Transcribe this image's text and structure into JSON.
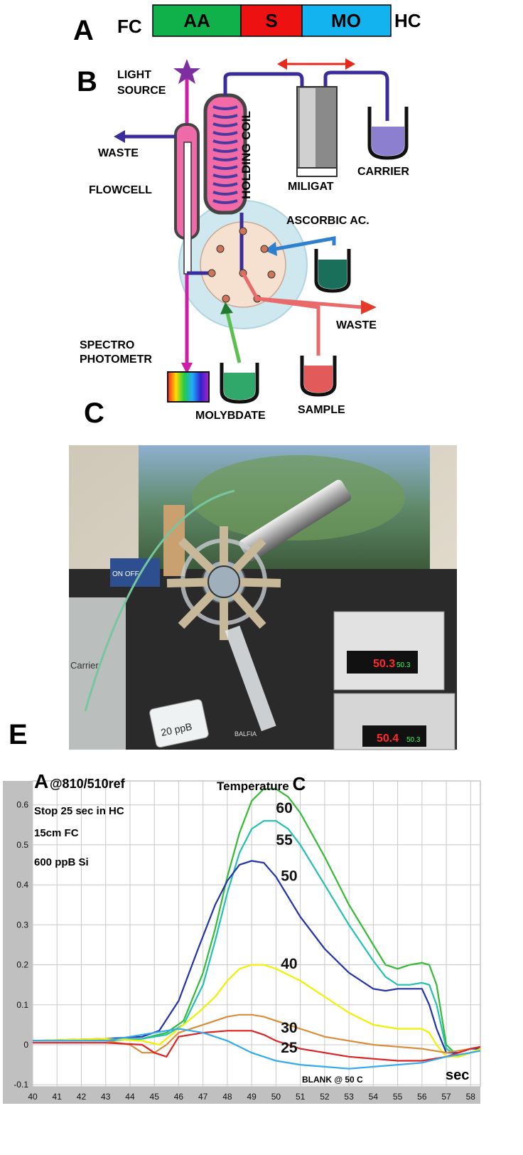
{
  "panel_labels": {
    "a": "A",
    "b": "B",
    "c": "C",
    "e": "E"
  },
  "panel_a": {
    "left_label": "FC",
    "right_label": "HC",
    "segments": [
      {
        "label": "AA",
        "color": "#10b04a"
      },
      {
        "label": "S",
        "color": "#ee1111"
      },
      {
        "label": "MO",
        "color": "#12b3ee"
      }
    ]
  },
  "panel_b": {
    "light_source": [
      "LIGHT",
      "SOURCE"
    ],
    "waste_top": "WASTE",
    "flowcell": "FLOWCELL",
    "holding_coil": "HOLDING COIL",
    "miligat": "MILIGAT",
    "carrier": "CARRIER",
    "ascorbic": "ASCORBIC AC.",
    "waste_right": "WASTE",
    "spectro": [
      "SPECTRO",
      "PHOTOMETR"
    ],
    "molybdate": "MOLYBDATE",
    "sample": "SAMPLE"
  },
  "panel_c": {
    "carrier_bottle_label": "Carrier",
    "vial_label": "20 ppB",
    "readout_top": "50.3",
    "readout_top_small": "50.3",
    "readout_bottom": "50.4",
    "readout_bottom_small": "50.3",
    "brand_text": "BALFIA",
    "on_off": "ON  OFF"
  },
  "chart_data": {
    "type": "line",
    "ylabel_big": "A",
    "ylabel_rest": "@810/510ref",
    "annotations": [
      "Stop 25 sec in HC",
      "15cm  FC",
      "600 ppB Si"
    ],
    "legend_title_text": "Temperature ",
    "legend_title_unit": "C",
    "xlabel": "sec",
    "footnote": "BLANK @ 50 C",
    "xlim": [
      40,
      58.4
    ],
    "ylim": [
      -0.105,
      0.66
    ],
    "x_ticks": [
      40,
      41,
      42,
      43,
      44,
      45,
      46,
      47,
      48,
      49,
      50,
      51,
      52,
      53,
      54,
      55,
      56,
      57,
      58
    ],
    "y_ticks": [
      -0.1,
      0,
      0.1,
      0.2,
      0.3,
      0.4,
      0.5,
      0.6
    ],
    "y_tick_labels": [
      "-0.1",
      "0",
      "0.1",
      "0.2",
      "0.3",
      "0.4",
      "0.5",
      "0.6"
    ],
    "series": [
      {
        "name": "60",
        "color": "#33bb33",
        "label_at": [
          50.0,
          0.58
        ],
        "x": [
          40,
          43,
          44.5,
          45.5,
          46.2,
          47,
          47.5,
          48,
          48.5,
          49,
          49.5,
          50,
          50.5,
          51,
          52,
          53,
          54,
          54.5,
          55,
          55.5,
          56,
          56.3,
          56.6,
          57,
          57.5,
          58,
          58.4
        ],
        "y": [
          0.01,
          0.01,
          0.015,
          0.03,
          0.06,
          0.18,
          0.29,
          0.42,
          0.53,
          0.61,
          0.64,
          0.64,
          0.62,
          0.58,
          0.47,
          0.35,
          0.25,
          0.2,
          0.19,
          0.2,
          0.205,
          0.2,
          0.15,
          0.0,
          -0.03,
          -0.02,
          -0.01
        ]
      },
      {
        "name": "55",
        "color": "#22c0b0",
        "label_at": [
          50.0,
          0.5
        ],
        "x": [
          40,
          43,
          44.5,
          45.5,
          46.2,
          47,
          47.5,
          48,
          48.5,
          49,
          49.5,
          50,
          50.5,
          51,
          52,
          53,
          54,
          54.5,
          55,
          55.5,
          56,
          56.3,
          56.6,
          57,
          57.5,
          58,
          58.4
        ],
        "y": [
          0.01,
          0.01,
          0.015,
          0.025,
          0.05,
          0.15,
          0.26,
          0.38,
          0.48,
          0.54,
          0.56,
          0.56,
          0.54,
          0.5,
          0.4,
          0.3,
          0.21,
          0.17,
          0.15,
          0.15,
          0.155,
          0.15,
          0.1,
          -0.01,
          -0.03,
          -0.02,
          -0.01
        ]
      },
      {
        "name": "50",
        "color": "#2233aa",
        "label_at": [
          50.2,
          0.41
        ],
        "x": [
          40,
          43,
          44.5,
          45.2,
          46,
          46.8,
          47.5,
          48,
          48.5,
          49,
          49.5,
          50,
          50.5,
          51,
          52,
          53,
          54,
          54.5,
          55,
          55.5,
          56,
          56.3,
          56.6,
          57,
          57.5,
          58,
          58.4
        ],
        "y": [
          0.01,
          0.015,
          0.02,
          0.035,
          0.11,
          0.24,
          0.35,
          0.41,
          0.45,
          0.46,
          0.455,
          0.42,
          0.37,
          0.32,
          0.24,
          0.18,
          0.14,
          0.135,
          0.14,
          0.14,
          0.14,
          0.1,
          0.04,
          -0.02,
          -0.02,
          -0.01,
          -0.01
        ]
      },
      {
        "name": "40",
        "color": "#f0f000",
        "label_at": [
          50.2,
          0.19
        ],
        "x": [
          40,
          43,
          44.5,
          45.2,
          46,
          46.8,
          47.5,
          48,
          48.5,
          49,
          49.5,
          50,
          51,
          52,
          53,
          54,
          55,
          56,
          56.3,
          56.6,
          57,
          57.5,
          58,
          58.4
        ],
        "y": [
          0.01,
          0.015,
          0.01,
          0.0,
          0.04,
          0.08,
          0.12,
          0.16,
          0.19,
          0.2,
          0.2,
          0.19,
          0.16,
          0.12,
          0.08,
          0.05,
          0.04,
          0.04,
          0.03,
          0.0,
          -0.03,
          -0.03,
          -0.02,
          -0.01
        ]
      },
      {
        "name": "30",
        "color": "#d98c3a",
        "label_at": [
          50.2,
          0.03
        ],
        "x": [
          40,
          43,
          44,
          44.5,
          45,
          45.5,
          46,
          47,
          48,
          48.5,
          49,
          49.5,
          50,
          51,
          52,
          53,
          54,
          55,
          56,
          57,
          58,
          58.4
        ],
        "y": [
          0.01,
          0.01,
          0.0,
          -0.02,
          -0.02,
          0.0,
          0.03,
          0.05,
          0.07,
          0.075,
          0.075,
          0.07,
          0.06,
          0.04,
          0.02,
          0.01,
          0.0,
          -0.005,
          -0.01,
          -0.02,
          -0.01,
          -0.005
        ]
      },
      {
        "name": "25",
        "color": "#dd2222",
        "label_at": [
          50.2,
          -0.02
        ],
        "x": [
          40,
          43,
          44.5,
          45,
          45.5,
          46,
          47,
          48,
          49,
          49.5,
          50,
          51,
          52,
          53,
          54,
          55,
          56,
          57,
          58,
          58.4
        ],
        "y": [
          0.005,
          0.005,
          0.0,
          -0.02,
          -0.03,
          0.02,
          0.03,
          0.035,
          0.035,
          0.025,
          0.01,
          -0.01,
          -0.02,
          -0.03,
          -0.035,
          -0.04,
          -0.04,
          -0.03,
          -0.01,
          -0.005
        ]
      },
      {
        "name": "",
        "color": "#33aaee",
        "x": [
          40,
          43,
          44,
          45,
          46,
          47,
          48,
          49,
          50,
          51,
          52,
          53,
          54,
          55,
          56,
          57,
          58,
          58.4
        ],
        "y": [
          0.01,
          0.01,
          0.02,
          0.03,
          0.04,
          0.03,
          0.01,
          -0.02,
          -0.04,
          -0.05,
          -0.055,
          -0.06,
          -0.055,
          -0.05,
          -0.045,
          -0.03,
          -0.02,
          -0.015
        ]
      }
    ]
  }
}
